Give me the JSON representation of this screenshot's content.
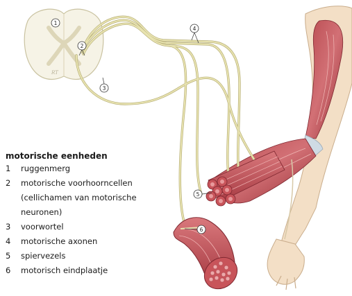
{
  "legend": {
    "title": "motorische eenheden",
    "items": [
      {
        "num": "1",
        "label": "ruggenmerg"
      },
      {
        "num": "2",
        "label": "motorische voorhoorncellen"
      },
      {
        "num": "",
        "label": "(cellichamen van motorische"
      },
      {
        "num": "",
        "label": "neuronen)"
      },
      {
        "num": "3",
        "label": "voorwortel"
      },
      {
        "num": "4",
        "label": "motorische axonen"
      },
      {
        "num": "5",
        "label": "spiervezels"
      },
      {
        "num": "6",
        "label": "motorisch eindplaatje"
      }
    ]
  },
  "callouts": [
    "1",
    "2",
    "3",
    "4",
    "5",
    "6"
  ],
  "artist_mark": "RT",
  "colors": {
    "nerve": "#e8e3b0",
    "nerve_outline": "#b8b07a",
    "muscle": "#c9575a",
    "muscle_dark": "#8e2a32",
    "spinal_cord": "#f6f3e6",
    "skin": "#f3dfc6",
    "tendon": "#cfdbe4"
  }
}
